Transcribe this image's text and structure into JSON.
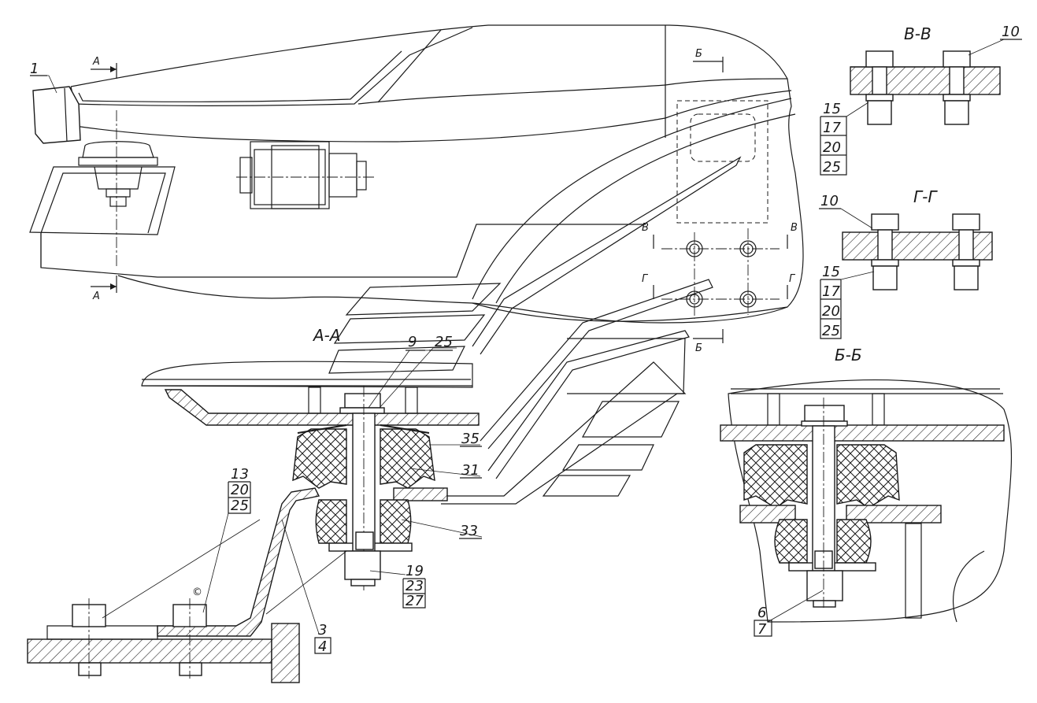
{
  "diagram": {
    "section_titles": {
      "a_a": "А-А",
      "b_b": "Б-Б",
      "v_v": "В-В",
      "g_g": "Г-Г"
    },
    "cut_marks": {
      "a": "А",
      "b": "Б",
      "v": "В",
      "g": "Г"
    },
    "parts": {
      "p1": "1",
      "p3": "3",
      "p4": "4",
      "p6": "6",
      "p7": "7",
      "p9": "9",
      "p10": "10",
      "p13": "13",
      "p15": "15",
      "p17": "17",
      "p19": "19",
      "p20": "20",
      "p23": "23",
      "p25": "25",
      "p27": "27",
      "p31": "31",
      "p33": "33",
      "p35": "35"
    },
    "symbols": {
      "copyright_mark": "©"
    },
    "line_color": "#1a1a1a"
  }
}
